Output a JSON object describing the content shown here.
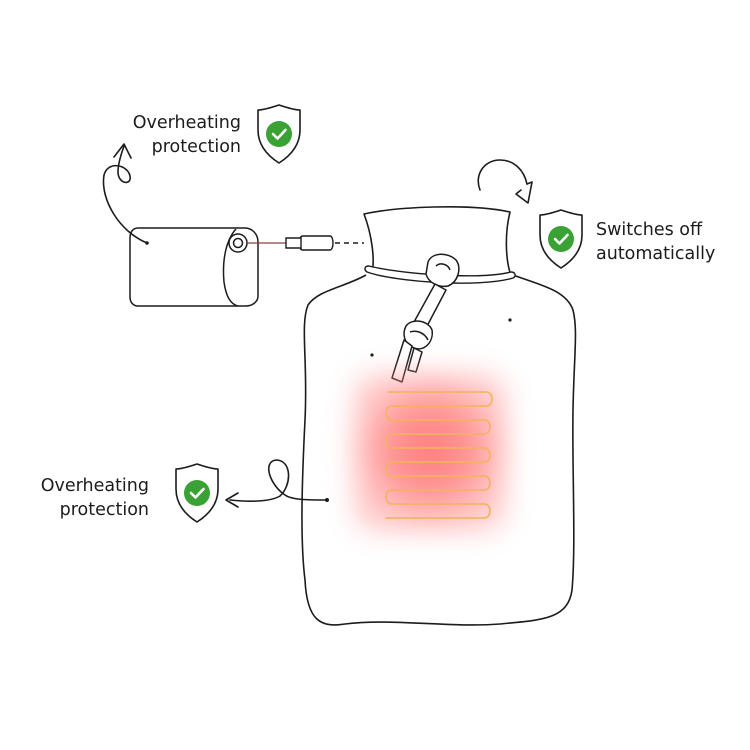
{
  "labels": {
    "overheating_top": {
      "line1": "Overheating",
      "line2": "protection"
    },
    "overheating_side": {
      "line1": "Overheating",
      "line2": "protection"
    },
    "switch_off": {
      "line1": "Switches off",
      "line2": "automatically"
    }
  },
  "colors": {
    "line": "#1c1c1c",
    "shield_green": "#3aa135",
    "shield_red_tab": "#e0462a",
    "heat_glow": "#ff6b6b",
    "heating_wire": "#f3b35d",
    "cable": "#8a4040"
  },
  "icons": [
    "shield-check-icon",
    "arrow-icon",
    "hot-water-bottle",
    "power-bank",
    "plug-connector",
    "heating-element"
  ]
}
